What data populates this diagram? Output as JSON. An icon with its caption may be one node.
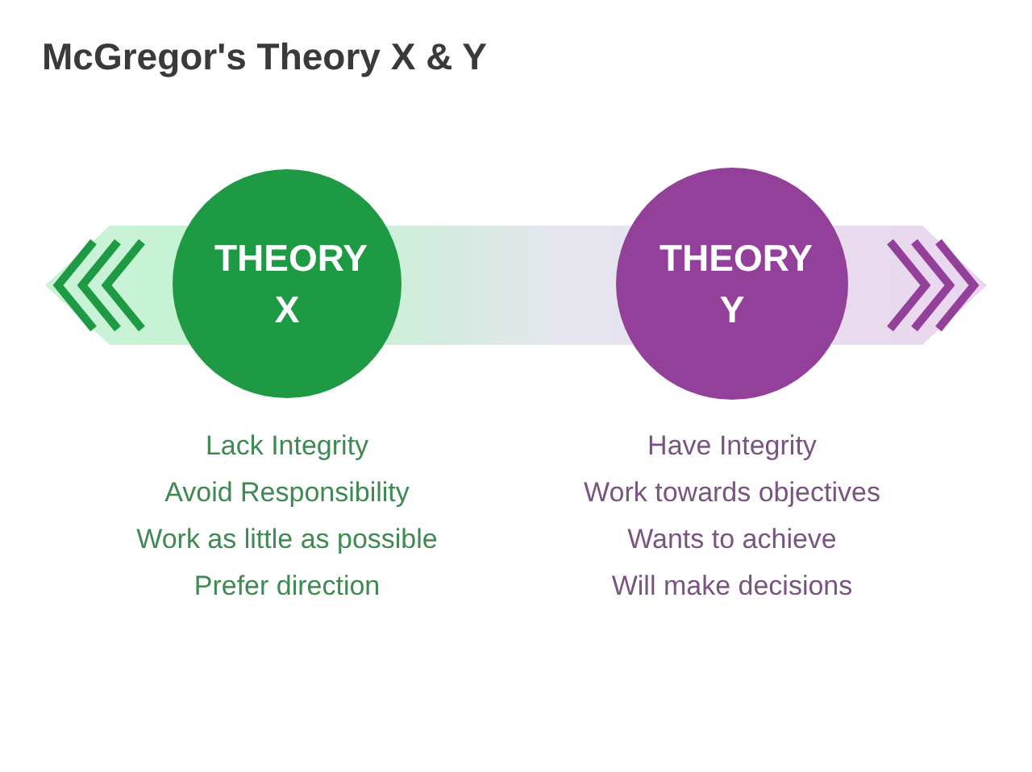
{
  "diagram": {
    "title": "McGregor's Theory X & Y",
    "nodes": [
      {
        "text": [
          "THEORY X"
        ],
        "beside": [
          "Lack Integrity",
          "Avoid Responsibility",
          "Work as little as possible",
          "Prefer direction"
        ]
      },
      {
        "text": [
          "THEORY Y"
        ],
        "beside": [
          "Have Integrity",
          "Work towards objectives",
          "Wants to achieve",
          "Will make decisions"
        ]
      }
    ]
  }
}
